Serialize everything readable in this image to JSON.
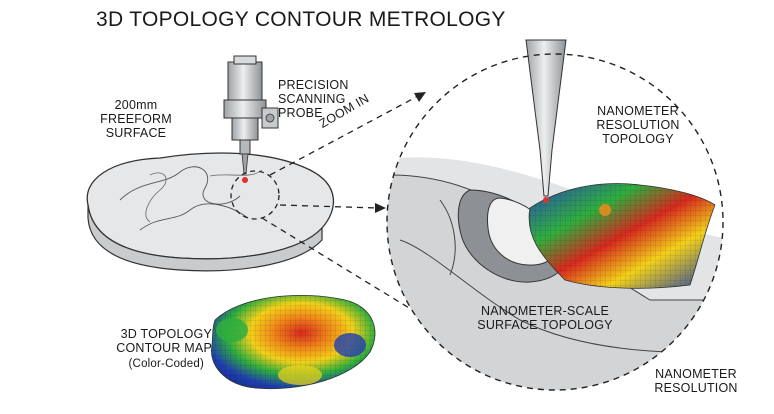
{
  "title": "3D TOPOLOGY CONTOUR METROLOGY",
  "labels": {
    "freeform_surface": "200mm\nFREEFORM\nSURFACE",
    "scanning_probe": "PRECISION\nSCANNING\nPROBE",
    "zoom_in": "ZOOM IN",
    "nano_topology": "NANOMETER\nRESOLUTION\nTOPOLOGY",
    "nano_surface": "NANOMETER-SCALE\nSURFACE TOPOLOGY",
    "contour_map": "3D TOPOLOGY\nCONTOUR MAP",
    "color_coded": "(Color-Coded)",
    "nano_resolution": "NANOMETER\nRESOLUTION"
  },
  "colors": {
    "surface_gray": "#d9dadb",
    "probe_gray": "#bfc3c6",
    "probe_tip": "#e0302a",
    "map_high": "#d62a1e",
    "map_mid": "#f2d11a",
    "map_green": "#2fae3e",
    "map_low": "#1f3fb0"
  }
}
